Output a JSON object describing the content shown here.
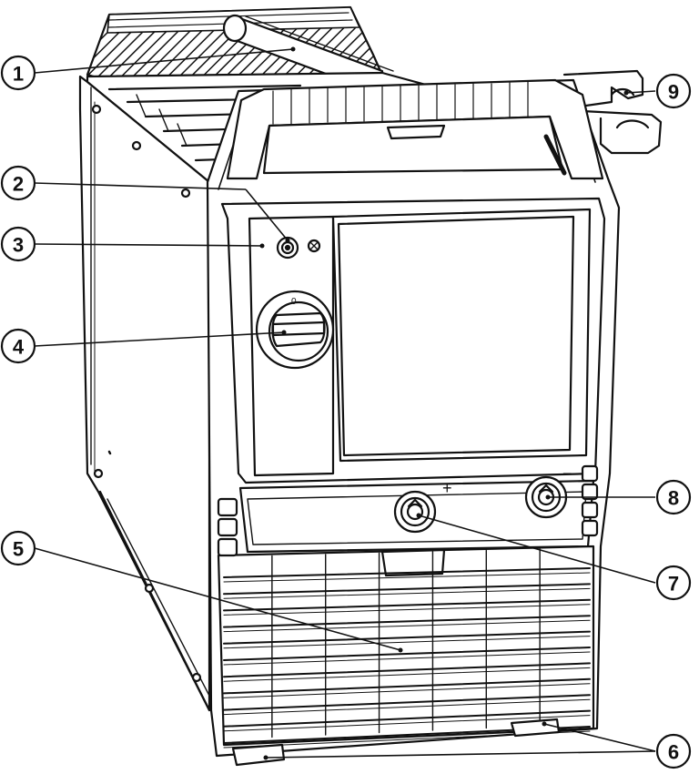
{
  "diagram": {
    "callouts": [
      {
        "id": "1",
        "label": "1"
      },
      {
        "id": "2",
        "label": "2"
      },
      {
        "id": "3",
        "label": "3"
      },
      {
        "id": "4",
        "label": "4"
      },
      {
        "id": "5",
        "label": "5"
      },
      {
        "id": "6",
        "label": "6"
      },
      {
        "id": "7",
        "label": "7"
      },
      {
        "id": "8",
        "label": "8"
      },
      {
        "id": "9",
        "label": "9"
      }
    ],
    "symbols": {
      "plus": "+",
      "minus": "−",
      "switch_marker": "0"
    }
  }
}
